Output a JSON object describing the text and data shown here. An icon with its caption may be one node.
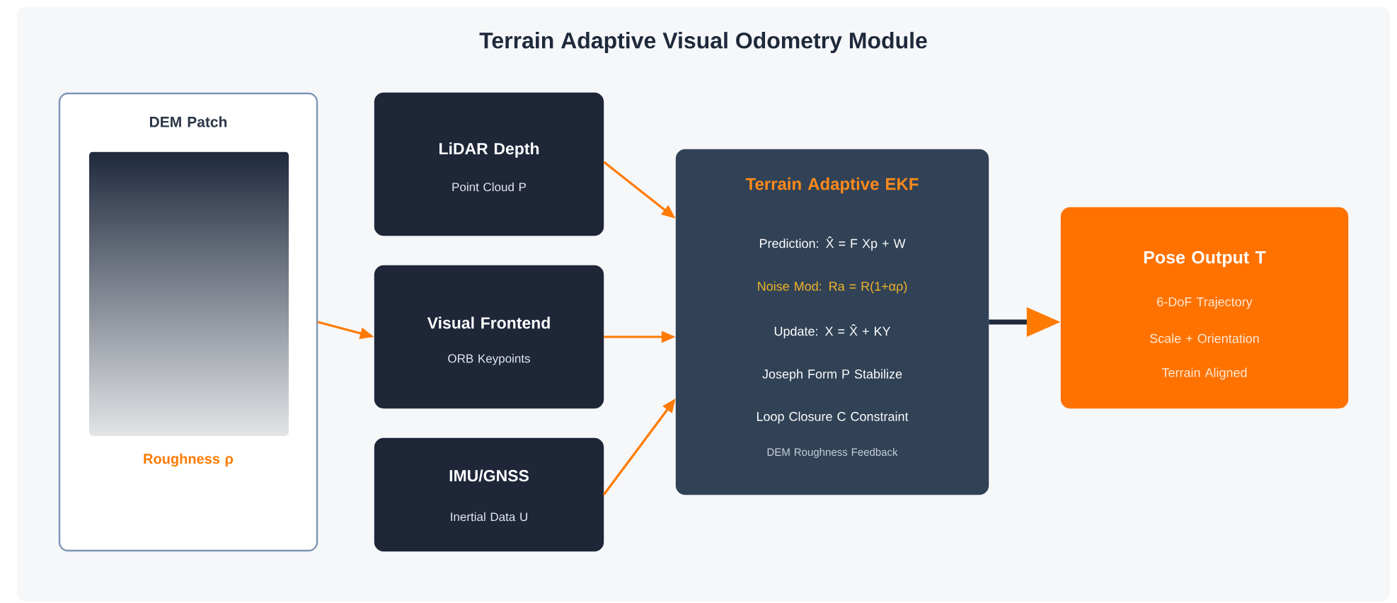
{
  "diagram": {
    "title": "Terrain Adaptive Visual Odometry Module",
    "nodes": [
      {
        "text": [
          "DEM Patch",
          "Roughness ρ"
        ]
      },
      {
        "text": [
          "LiDAR Depth",
          "Point Cloud P"
        ]
      },
      {
        "text": [
          "Visual Frontend",
          "ORB Keypoints"
        ]
      },
      {
        "text": [
          "IMU/GNSS",
          "Inertial Data U"
        ]
      },
      {
        "text": [
          "Terrain Adaptive EKF",
          "Prediction: X̂ = F Xp + W",
          "Noise Mod: Ra = R(1+αρ)",
          "Update: X = X̂ + KY",
          "Joseph Form P Stabilize",
          "Loop Closure C Constraint",
          "DEM Roughness Feedback"
        ]
      },
      {
        "text": [
          "Pose Output T",
          "6-DoF Trajectory",
          "Scale + Orientation",
          "Terrain Aligned"
        ]
      }
    ],
    "edges": [
      {
        "from": 0,
        "to": 2,
        "arrow": "to"
      },
      {
        "from": 1,
        "to": 4,
        "arrow": "to"
      },
      {
        "from": 2,
        "to": 4,
        "arrow": "to"
      },
      {
        "from": 3,
        "to": 4,
        "arrow": "to"
      },
      {
        "from": 4,
        "to": 5,
        "arrow": "to",
        "style": "thick",
        "color": "#1e293b"
      }
    ]
  }
}
